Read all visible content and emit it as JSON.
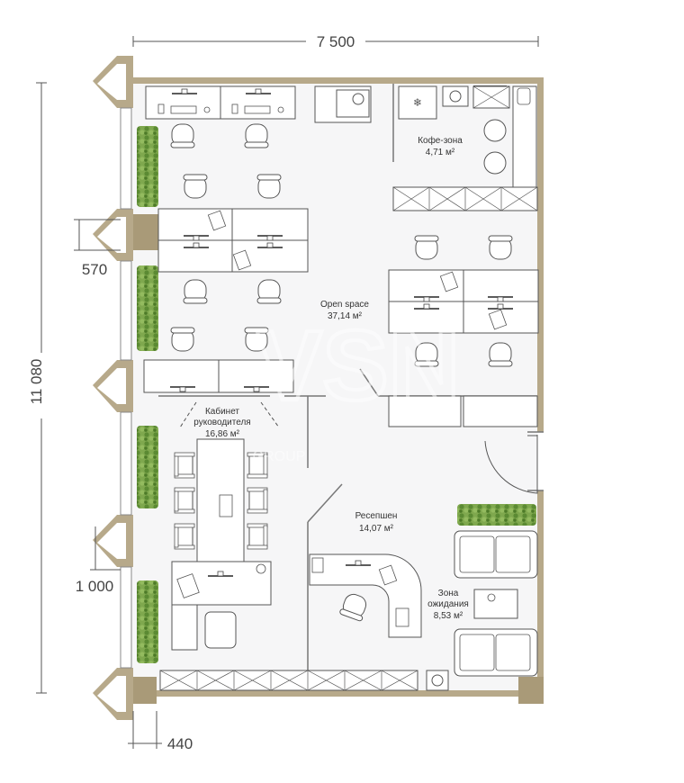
{
  "dimensions": {
    "width": "7 500",
    "height": "11 080",
    "window_gap": "570",
    "window_width": "1 000",
    "wall_offset": "440"
  },
  "rooms": {
    "coffee": {
      "name": "Кофе-зона",
      "area": "4,71 м²"
    },
    "openspace": {
      "name": "Open space",
      "area": "37,14 м²"
    },
    "director": {
      "name_line1": "Кабинет",
      "name_line2": "руководителя",
      "area": "16,86 м²"
    },
    "reception": {
      "name": "Ресепшен",
      "area": "14,07 м²"
    },
    "waiting": {
      "name_line1": "Зона",
      "name_line2": "ожидания",
      "area": "8,53 м²"
    }
  },
  "watermark": {
    "text": "VSN",
    "subtext": "GROUP"
  },
  "colors": {
    "wall": "#b7a98a",
    "wall_dark": "#a99a78",
    "floor": "#f6f6f7",
    "furniture_fill": "#ffffff",
    "furniture_stroke": "#555555",
    "plant": "#6e9a3f",
    "plant_dark": "#4f7a2a",
    "dim_line": "#555555",
    "glass": "#777777"
  }
}
